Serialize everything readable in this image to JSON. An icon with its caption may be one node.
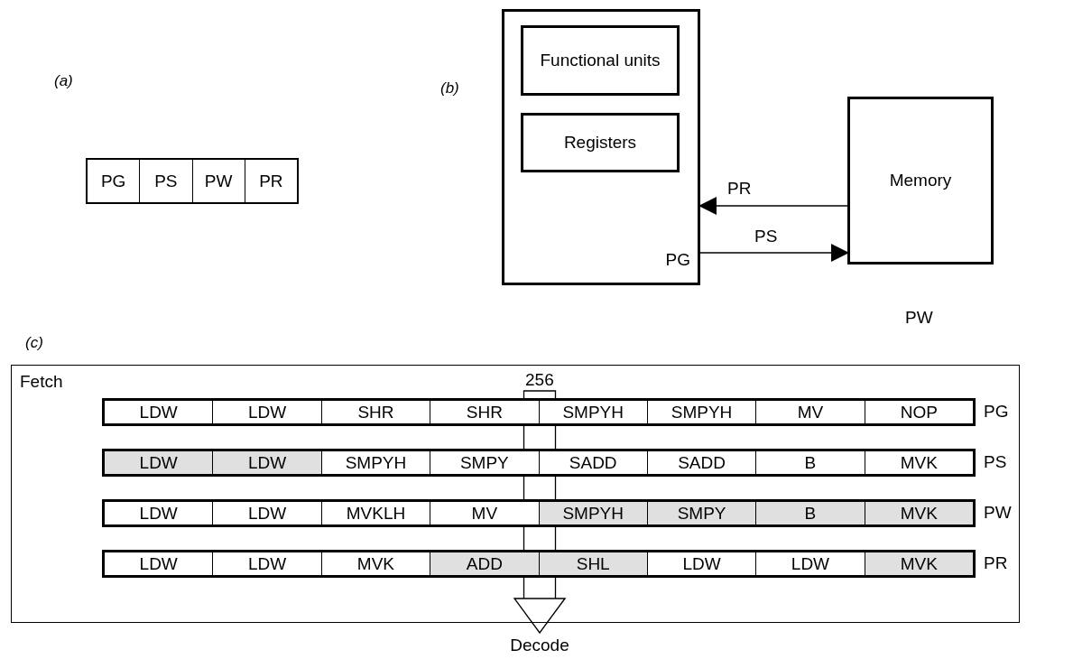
{
  "diagram": {
    "nodes": [
      {
        "text": [
          "PG"
        ]
      },
      {
        "text": [
          "Functional units"
        ],
        "in": 0
      },
      {
        "text": [
          "Registers"
        ],
        "in": 0
      },
      {
        "text": [
          "Memory"
        ],
        "beside": [
          "PW"
        ]
      },
      {
        "text": [
          "Fetch"
        ]
      },
      {
        "text": [
          "Decode"
        ]
      }
    ],
    "edges": [
      {
        "from": 3,
        "to": 0,
        "arrow": "to",
        "label": "PR"
      },
      {
        "from": 0,
        "to": 3,
        "arrow": "to",
        "label": "PS"
      },
      {
        "from": 4,
        "to": 5,
        "arrow": "to",
        "label": "256"
      }
    ],
    "labels": [
      "(a)",
      "PG",
      "PS",
      "PW",
      "PR",
      "(b)",
      "(c)",
      "LDW",
      "LDW",
      "SHR",
      "SHR",
      "SMPYH",
      "SMPYH",
      "MV",
      "NOP",
      "PG",
      "LDW",
      "LDW",
      "SMPYH",
      "SMPY",
      "SADD",
      "SADD",
      "B",
      "MVK",
      "PS",
      "LDW",
      "LDW",
      "MVKLH",
      "MV",
      "SMPYH",
      "SMPY",
      "B",
      "MVK",
      "PW",
      "LDW",
      "LDW",
      "MVK",
      "ADD",
      "SHL",
      "LDW",
      "LDW",
      "MVK",
      "PR"
    ]
  }
}
